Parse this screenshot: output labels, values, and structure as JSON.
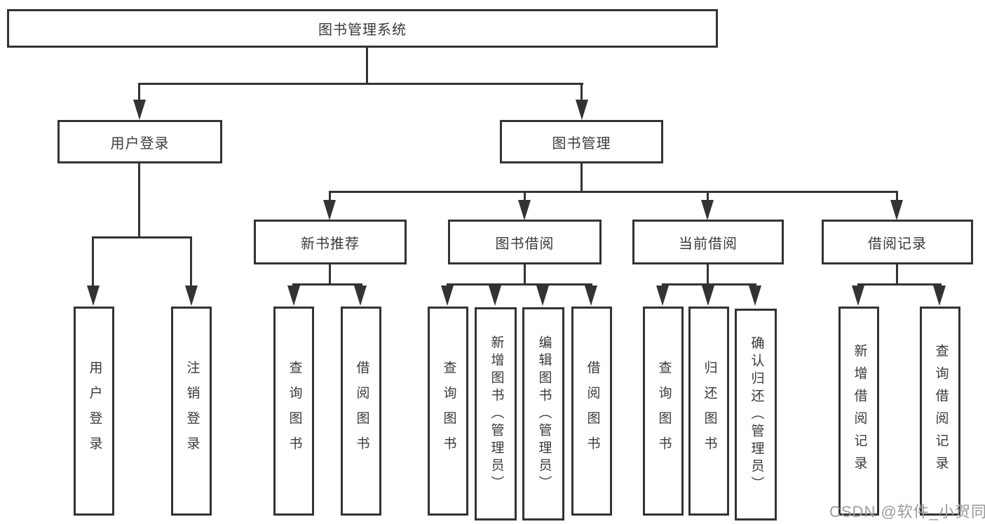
{
  "diagram": {
    "title": "图书管理系统",
    "root": "图书管理系统",
    "branches": {
      "user_login": {
        "label": "用户登录",
        "children": [
          "用户登录",
          "注销登录"
        ]
      },
      "book_mgmt": {
        "label": "图书管理",
        "children": [
          {
            "label": "新书推荐",
            "children": [
              "查询图书",
              "借阅图书"
            ]
          },
          {
            "label": "图书借阅",
            "children": [
              "查询图书",
              "新增图书（管理员）",
              "编辑图书（管理员）",
              "借阅图书"
            ]
          },
          {
            "label": "当前借阅",
            "children": [
              "查询图书",
              "归还图书",
              "确认归还（管理员）"
            ]
          },
          {
            "label": "借阅记录",
            "children": [
              "新增借阅记录",
              "查询借阅记录"
            ]
          }
        ]
      }
    }
  },
  "watermark": "CSDN @软件_小贺同学",
  "colors": {
    "line": "#333333",
    "text": "#3a3a3a",
    "background": "#ffffff",
    "watermark": "#9b9b9b"
  }
}
